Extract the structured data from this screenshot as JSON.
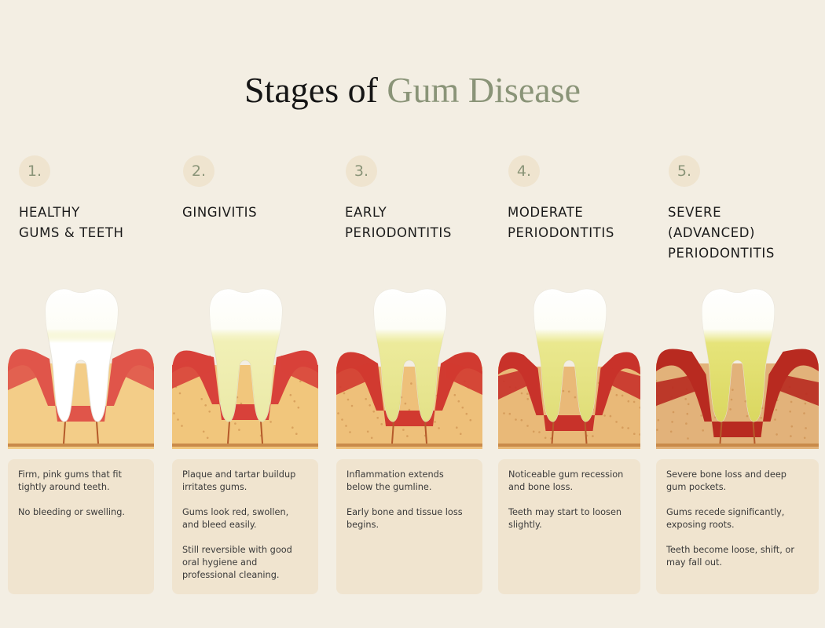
{
  "title": {
    "prefix": "Stages of",
    "accent": "Gum Disease"
  },
  "colors": {
    "accent": "#8a9478",
    "background": "#f3eee3",
    "card": "#f0e4cf",
    "gum": "#d9433a",
    "bone": "#f0c67e",
    "tooth": "#ffffff",
    "plaque": "#e6e47a"
  },
  "stages": [
    {
      "number": "1.",
      "heading": "Healthy\nGums & Teeth",
      "paragraphs": [
        "Firm, pink gums that fit tightly around teeth.",
        "No bleeding or swelling."
      ]
    },
    {
      "number": "2.",
      "heading": "Gingivitis",
      "paragraphs": [
        "Plaque and tartar buildup irritates gums.",
        "Gums look red, swollen, and bleed easily.",
        "Still reversible with good oral hygiene and professional cleaning."
      ]
    },
    {
      "number": "3.",
      "heading": "Early\nPeriodontitis",
      "paragraphs": [
        "Inflammation extends below the gumline.",
        "Early bone and tissue loss begins."
      ]
    },
    {
      "number": "4.",
      "heading": "Moderate\nPeriodontitis",
      "paragraphs": [
        "Noticeable gum recession and bone loss.",
        "Teeth may start to loosen slightly."
      ]
    },
    {
      "number": "5.",
      "heading": "Severe\n(Advanced)\nPeriodontitis",
      "paragraphs": [
        "Severe bone loss and deep gum pockets.",
        "Gums recede significantly, exposing roots.",
        "Teeth become loose, shift, or may fall out."
      ]
    }
  ]
}
